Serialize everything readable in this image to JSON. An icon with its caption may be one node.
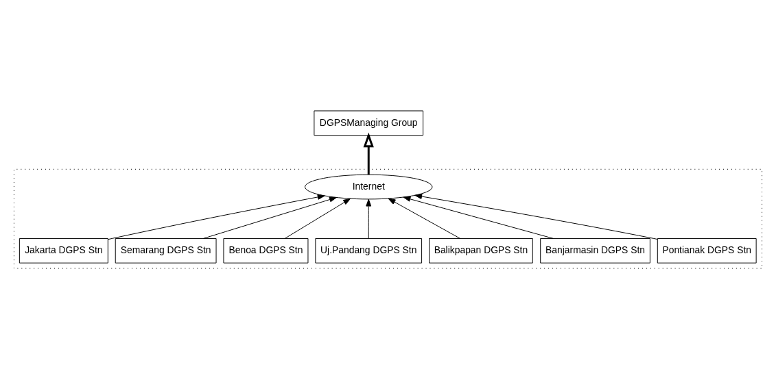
{
  "diagram": {
    "nodes": [
      {
        "text": [],
        "shape": "box"
      },
      {
        "text": [
          "DGPSManaging Group"
        ]
      },
      {
        "text": [
          "Internet"
        ],
        "in": 0
      },
      {
        "text": [
          "Jakarta DGPS Stn"
        ],
        "in": 0
      },
      {
        "text": [
          "Semarang DGPS Stn"
        ],
        "in": 0
      },
      {
        "text": [
          "Benoa DGPS Stn"
        ],
        "in": 0
      },
      {
        "text": [
          "Uj.Pandang DGPS Stn"
        ],
        "in": 0
      },
      {
        "text": [
          "Balikpapan DGPS Stn"
        ],
        "in": 0
      },
      {
        "text": [
          "Banjarmasin DGPS Stn"
        ],
        "in": 0
      },
      {
        "text": [
          "Pontianak DGPS Stn"
        ],
        "in": 0
      }
    ],
    "edges": [
      {
        "from": 2,
        "to": 1,
        "arrow": "to",
        "style": "thick"
      },
      {
        "from": 3,
        "to": 2,
        "arrow": "to"
      },
      {
        "from": 4,
        "to": 2,
        "arrow": "to"
      },
      {
        "from": 5,
        "to": 2,
        "arrow": "to"
      },
      {
        "from": 6,
        "to": 2,
        "arrow": "to"
      },
      {
        "from": 7,
        "to": 2,
        "arrow": "to"
      },
      {
        "from": 8,
        "to": 2,
        "arrow": "to"
      },
      {
        "from": 9,
        "to": 2,
        "arrow": "to"
      }
    ]
  }
}
